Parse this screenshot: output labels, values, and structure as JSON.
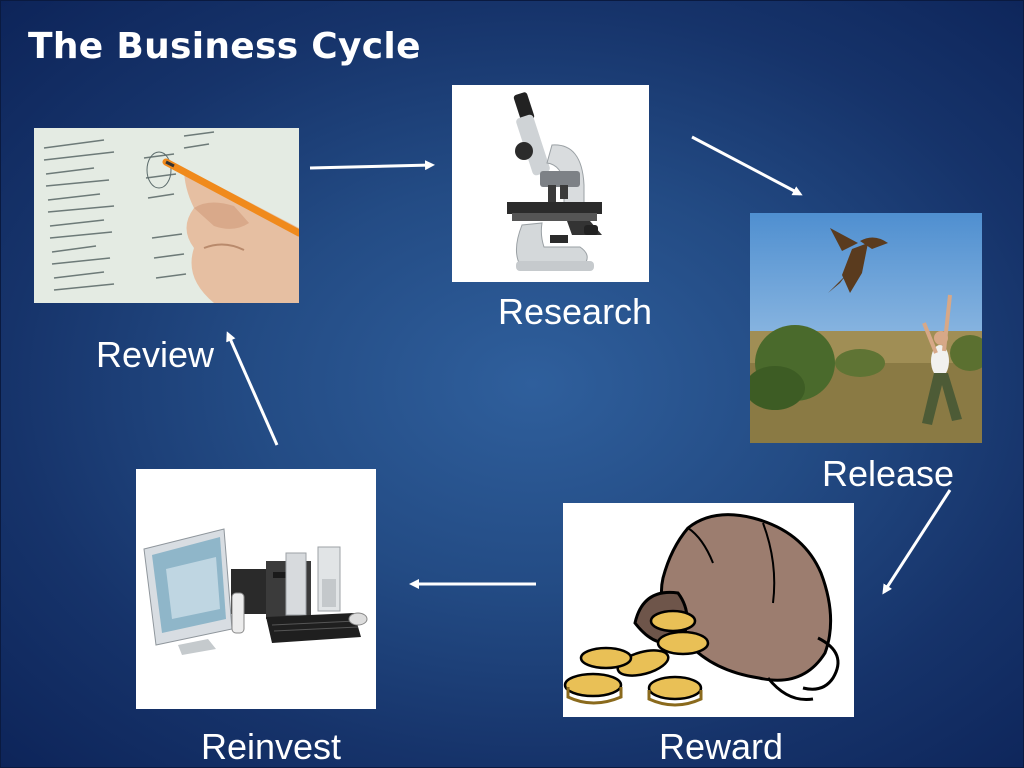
{
  "slide": {
    "title": "The Business Cycle"
  },
  "cycle": {
    "stages": [
      {
        "id": "review",
        "label": "Review",
        "image": "document-and-pen-image"
      },
      {
        "id": "research",
        "label": "Research",
        "image": "microscope-image"
      },
      {
        "id": "release",
        "label": "Release",
        "image": "eagle-release-image"
      },
      {
        "id": "reward",
        "label": "Reward",
        "image": "money-bag-image"
      },
      {
        "id": "reinvest",
        "label": "Reinvest",
        "image": "computer-setup-image"
      }
    ],
    "flow": [
      "review",
      "research",
      "release",
      "reward",
      "reinvest",
      "review"
    ]
  },
  "colors": {
    "background": "#1d4178",
    "text": "#ffffff",
    "arrow": "#ffffff"
  }
}
